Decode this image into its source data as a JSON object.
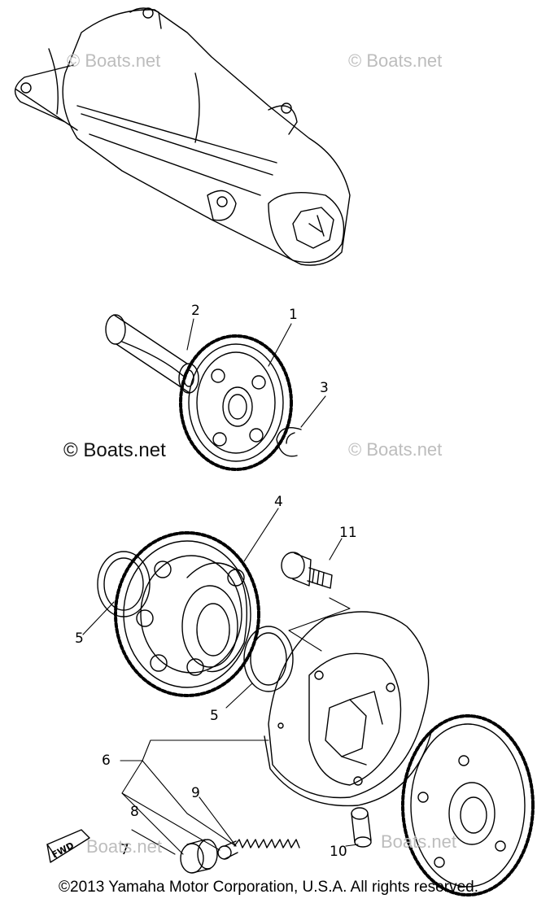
{
  "watermarks": [
    "© Boats.net",
    "© Boats.net",
    "© Boats.net",
    "© Boats.net",
    "Boats.net",
    "Boats.net"
  ],
  "callouts": [
    "1",
    "2",
    "3",
    "4",
    "5",
    "5",
    "6",
    "7",
    "8",
    "9",
    "10",
    "11"
  ],
  "fwd_label": "FWD",
  "copyright": "©2013 Yamaha Motor Corporation, U.S.A. All rights reserved."
}
